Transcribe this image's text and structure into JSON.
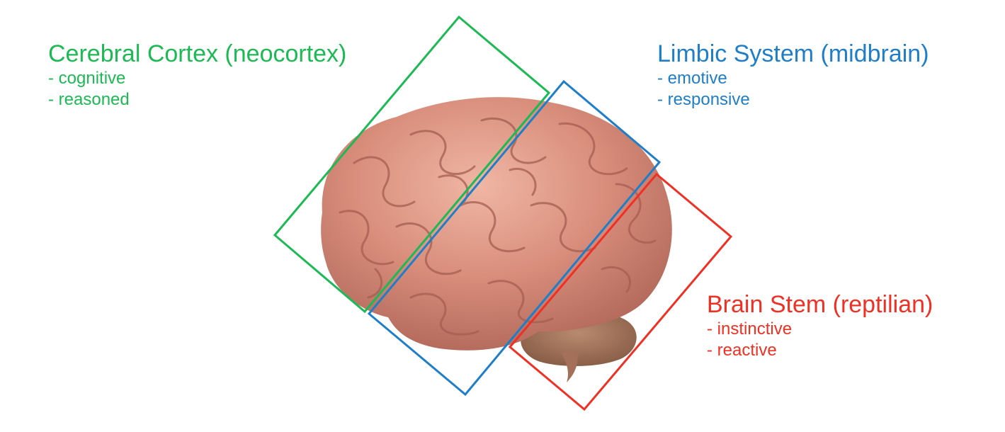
{
  "cortex": {
    "title": "Cerebral Cortex  (neocortex)",
    "items": [
      "- cognitive",
      "- reasoned"
    ],
    "color": "#1DB954"
  },
  "limbic": {
    "title": "Limbic System  (midbrain)",
    "items": [
      "- emotive",
      "- responsive"
    ],
    "color": "#1F7EC8"
  },
  "stem": {
    "title": "Brain Stem  (reptilian)",
    "items": [
      "- instinctive",
      "- reactive"
    ],
    "color": "#EE3124"
  },
  "brain_image": "brain-illustration"
}
